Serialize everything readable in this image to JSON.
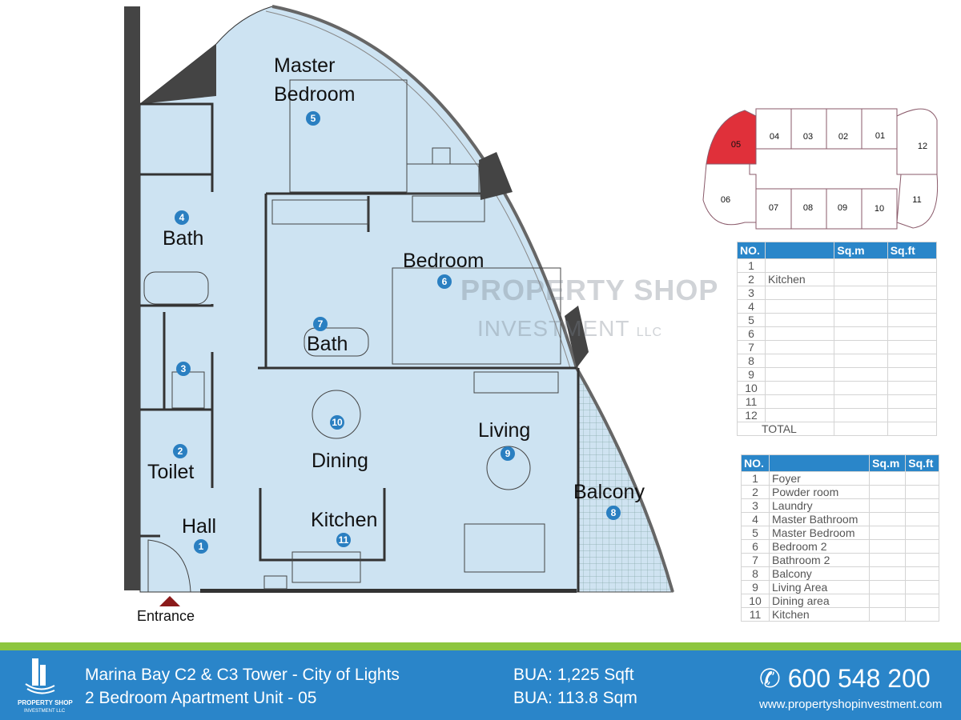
{
  "rooms": [
    {
      "no": "1",
      "name": "Hall"
    },
    {
      "no": "2",
      "name": "Toilet"
    },
    {
      "no": "3",
      "name": ""
    },
    {
      "no": "4",
      "name": "Bath"
    },
    {
      "no": "5",
      "name": "Master Bedroom"
    },
    {
      "no": "6",
      "name": "Bedroom"
    },
    {
      "no": "7",
      "name": "Bath"
    },
    {
      "no": "8",
      "name": "Balcony"
    },
    {
      "no": "9",
      "name": "Living"
    },
    {
      "no": "10",
      "name": "Dining"
    },
    {
      "no": "11",
      "name": "Kitchen"
    }
  ],
  "master_bedroom_lines": [
    "Master",
    "Bedroom"
  ],
  "entrance_label": "Entrance",
  "watermark": {
    "line1": "PROPERTY SHOP",
    "line2": "INVESTMENT",
    "suffix": "LLC"
  },
  "keyplan": {
    "units": [
      "01",
      "02",
      "03",
      "04",
      "05",
      "06",
      "07",
      "08",
      "09",
      "10",
      "11",
      "12"
    ],
    "highlighted": "05",
    "highlight_color": "#e0303a"
  },
  "table1": {
    "headers": [
      "NO.",
      "",
      "Sq.m",
      "Sq.ft"
    ],
    "rows": [
      [
        "1",
        ""
      ],
      [
        "2",
        "Kitchen"
      ],
      [
        "3",
        ""
      ],
      [
        "4",
        ""
      ],
      [
        "5",
        ""
      ],
      [
        "6",
        ""
      ],
      [
        "7",
        ""
      ],
      [
        "8",
        ""
      ],
      [
        "9",
        ""
      ],
      [
        "10",
        ""
      ],
      [
        "11",
        ""
      ],
      [
        "12",
        ""
      ]
    ],
    "total_label": "TOTAL"
  },
  "table2": {
    "headers": [
      "NO.",
      "",
      "Sq.m",
      "Sq.ft"
    ],
    "rows": [
      [
        "1",
        "Foyer"
      ],
      [
        "2",
        "Powder room"
      ],
      [
        "3",
        "Laundry"
      ],
      [
        "4",
        "Master Bathroom"
      ],
      [
        "5",
        "Master Bedroom"
      ],
      [
        "6",
        "Bedroom 2"
      ],
      [
        "7",
        "Bathroom 2"
      ],
      [
        "8",
        "Balcony"
      ],
      [
        "9",
        "Living Area"
      ],
      [
        "10",
        "Dining area"
      ],
      [
        "11",
        "Kitchen"
      ]
    ]
  },
  "footer": {
    "logo_line1": "PROPERTY SHOP",
    "logo_line2": "INVESTMENT LLC",
    "title": "Marina Bay  C2 & C3 Tower - City of Lights",
    "subtitle": "2 Bedroom Apartment  Unit - 05",
    "bua_sqft": "BUA: 1,225 Sqft",
    "bua_sqm": "BUA: 113.8 Sqm",
    "phone": "600 548 200",
    "website": "www.propertyshopinvestment.com",
    "accent_green": "#8dc63f",
    "accent_blue": "#2a85c9"
  }
}
